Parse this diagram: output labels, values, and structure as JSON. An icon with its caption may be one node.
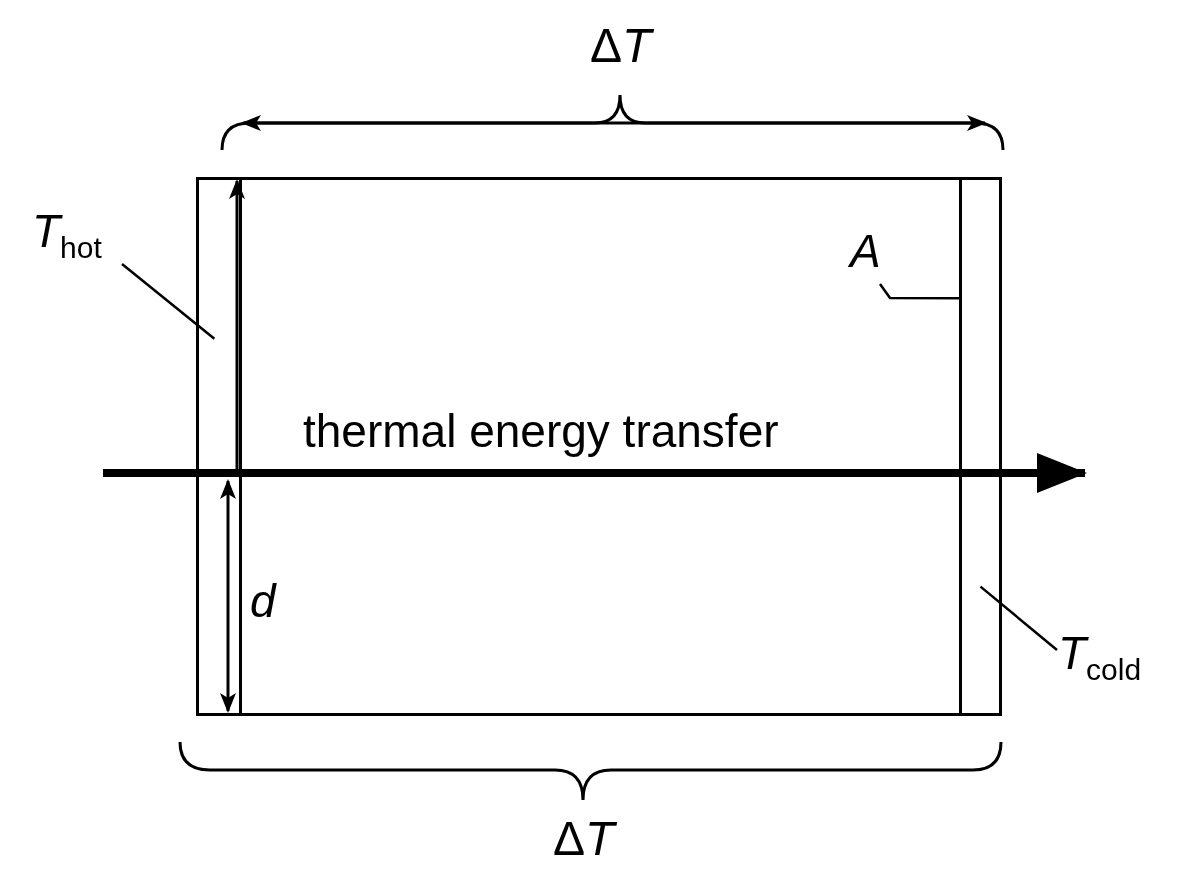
{
  "diagram": {
    "nodes": [
      {
        "text": [],
        "shape": "box"
      },
      {
        "text": [],
        "shape": "box",
        "in": 0
      },
      {
        "text": [],
        "shape": "box",
        "in": 0
      },
      {
        "text": [
          "*T*$_{hot}$"
        ]
      },
      {
        "text": [
          "A"
        ],
        "in": 0
      },
      {
        "text": [
          "*T*$_{cold}$"
        ]
      }
    ],
    "edges": [
      {
        "from": 3,
        "to": 1,
        "arrow": "none"
      },
      {
        "from": 4,
        "to": 2,
        "arrow": "none"
      },
      {
        "from": 5,
        "to": 2,
        "arrow": "none"
      }
    ],
    "labels": [
      "ΔT",
      "thermal energy transfer",
      "d",
      "ΔT"
    ]
  }
}
